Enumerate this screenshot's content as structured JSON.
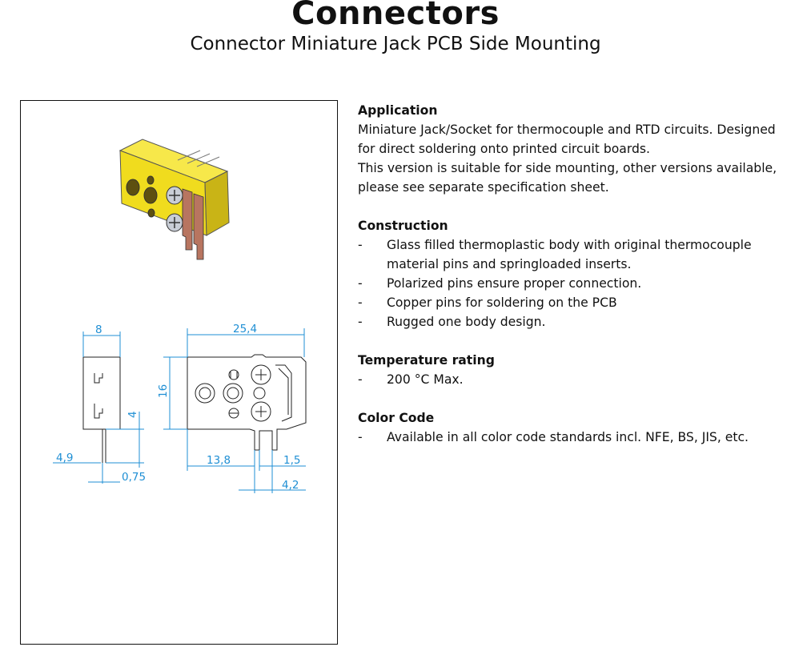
{
  "header": {
    "title": "Connectors",
    "subtitle": "Connector Miniature Jack PCB Side Mounting"
  },
  "drawing": {
    "dims": {
      "side_width": "8",
      "front_width": "25,4",
      "height": "16",
      "pin_len": "4",
      "pin_offset": "4,9",
      "pin_thick": "0,75",
      "pin_pos": "13,8",
      "pin_gap": "1,5",
      "pin_span": "4,2"
    },
    "colors": {
      "body": "#f0dc1e",
      "dimension": "#1f8fd4",
      "copper": "#b87560"
    }
  },
  "sections": {
    "application": {
      "title": "Application",
      "lines": [
        "Miniature Jack/Socket for thermocouple and RTD circuits. Designed",
        "for direct soldering onto printed circuit boards.",
        "This version is suitable for side mounting, other versions available,",
        "please see separate specification sheet."
      ]
    },
    "construction": {
      "title": "Construction",
      "bullets": [
        [
          "Glass filled thermoplastic body with original thermocouple",
          "material pins and springloaded inserts."
        ],
        [
          "Polarized pins ensure proper connection."
        ],
        [
          "Copper pins for soldering on the PCB"
        ],
        [
          "Rugged one body design."
        ]
      ]
    },
    "temperature": {
      "title": "Temperature rating",
      "bullets": [
        [
          "200 °C Max."
        ]
      ]
    },
    "color_code": {
      "title": "Color Code",
      "bullets": [
        [
          "Available in all color code standards incl. NFE, BS, JIS, etc."
        ]
      ]
    }
  },
  "dash": "-"
}
